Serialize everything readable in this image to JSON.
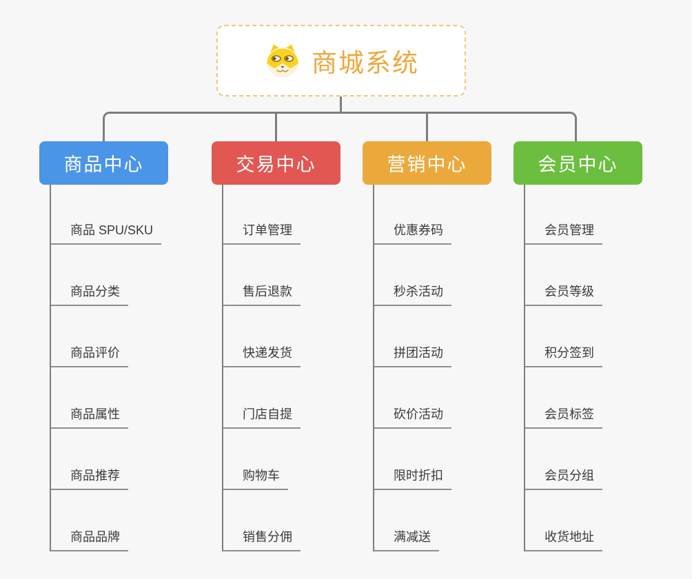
{
  "background_color": "#F7F7F7",
  "connector_color": "#7D7D7D",
  "underline_color": "#8E8E8E",
  "root": {
    "title": "商城系统",
    "icon": "shiba-dog-icon",
    "text_color": "#EFA73C",
    "border_color": "#F2C47B",
    "background_color": "#FFFFFF"
  },
  "branches": [
    {
      "label": "商品中心",
      "color": "#4A95E8",
      "items": [
        "商品 SPU/SKU",
        "商品分类",
        "商品评价",
        "商品属性",
        "商品推荐",
        "商品品牌"
      ]
    },
    {
      "label": "交易中心",
      "color": "#E25752",
      "items": [
        "订单管理",
        "售后退款",
        "快递发货",
        "门店自提",
        "购物车",
        "销售分佣"
      ]
    },
    {
      "label": "营销中心",
      "color": "#EBA93C",
      "items": [
        "优惠券码",
        "秒杀活动",
        "拼团活动",
        "砍价活动",
        "限时折扣",
        "满减送"
      ]
    },
    {
      "label": "会员中心",
      "color": "#6CBE3F",
      "items": [
        "会员管理",
        "会员等级",
        "积分签到",
        "会员标签",
        "会员分组",
        "收货地址"
      ]
    }
  ]
}
